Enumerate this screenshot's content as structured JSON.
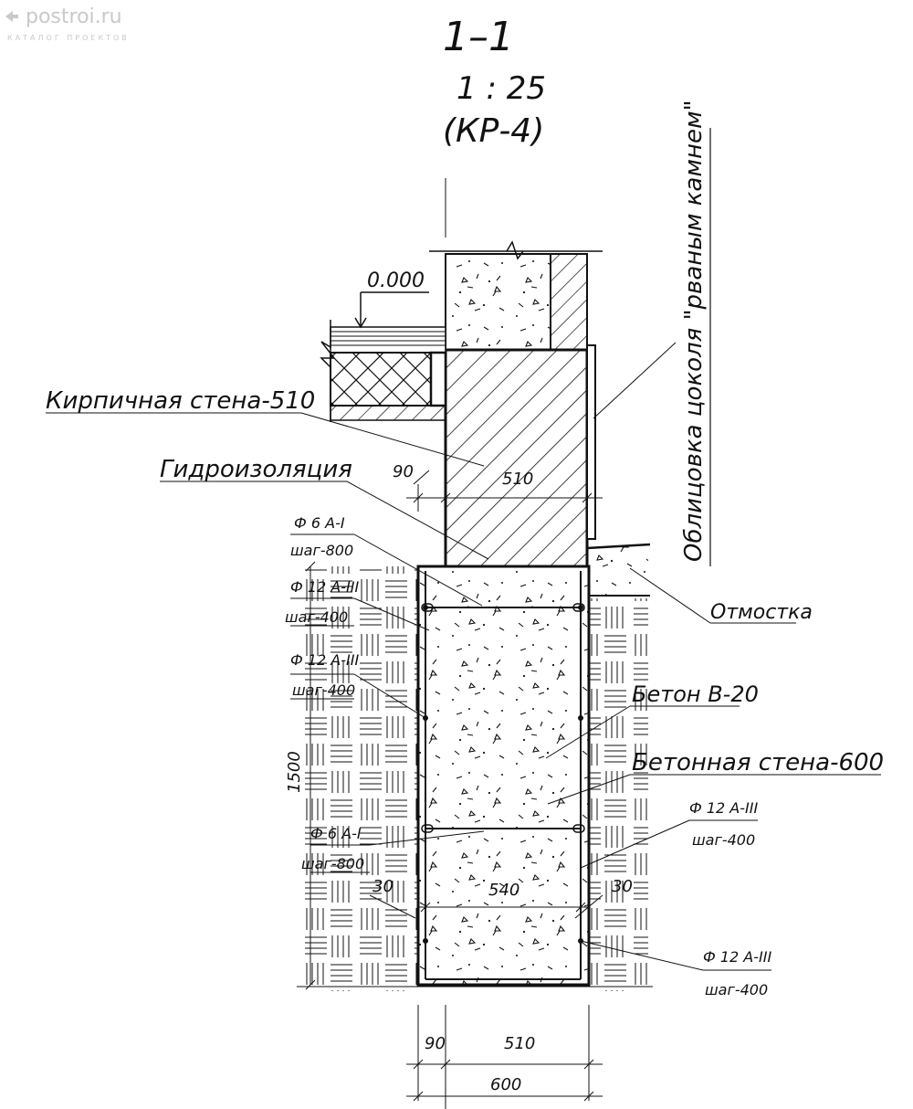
{
  "watermark": {
    "site": "postroi.ru",
    "tagline": "КАТАЛОГ ПРОЕКТОВ"
  },
  "header": {
    "section": "1–1",
    "scale": "1 : 25",
    "sheet": "(КР-4)"
  },
  "elevation": "0.000",
  "labels": {
    "brick_wall": "Кирпичная стена-510",
    "waterproofing": "Гидроизоляция",
    "plinth_cladding": "Облицовка цоколя \"рваным камнем\"",
    "blind_area": "Отмостка",
    "concrete_grade": "Бетон В-20",
    "concrete_wall": "Бетонная стена-600",
    "rebar_1_dia": "Ф 6 А-I",
    "rebar_1_step": "шаг-800",
    "rebar_2_dia": "Ф 12 А-III",
    "rebar_2_step": "шаг-400",
    "rebar_3_dia": "Ф 12 А-III",
    "rebar_3_step": "шаг-400",
    "rebar_4_dia": "Ф 6 А-I",
    "rebar_4_step": "шаг-800",
    "rebar_5_dia": "Ф 12 А-III",
    "rebar_5_step": "шаг-400",
    "rebar_6_dia": "Ф 12 А-III",
    "rebar_6_step": "шаг-400"
  },
  "dimensions": {
    "top_offset": "90",
    "top_wall": "510",
    "height": "1500",
    "inner_width": "540",
    "cover_left": "30",
    "cover_right": "30",
    "bottom_offset": "90",
    "bottom_wall": "510",
    "bottom_total": "600"
  },
  "colors": {
    "line": "#111111",
    "watermark": "#c9c9c9"
  }
}
